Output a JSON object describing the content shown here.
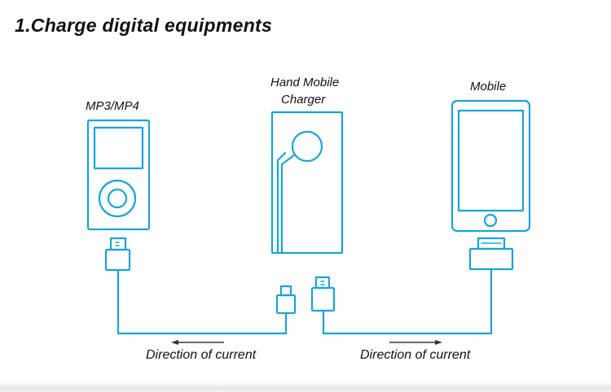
{
  "title": "1.Charge digital equipments",
  "devices": {
    "mp3": {
      "label": "MP3/MP4"
    },
    "charger": {
      "label_line1": "Hand Mobile",
      "label_line2": "Charger"
    },
    "mobile": {
      "label": "Mobile"
    }
  },
  "arrows": {
    "left": {
      "label": "Direction of current"
    },
    "right": {
      "label": "Direction of current"
    }
  },
  "colors": {
    "stroke": "#1aa3d6",
    "text": "#111111",
    "arrow": "#333333"
  }
}
